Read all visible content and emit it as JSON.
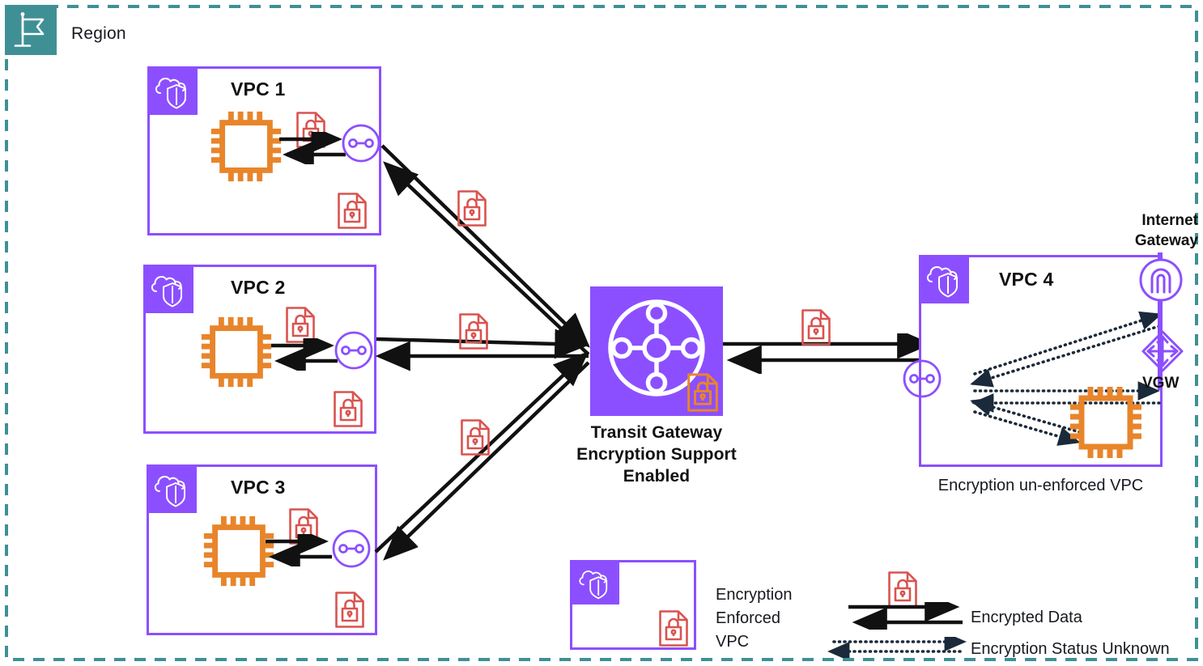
{
  "diagram": {
    "title": "AWS Transit Gateway encryption support architecture",
    "region": {
      "label": "Region",
      "icon": "region-flag-icon",
      "border_color": "#3F9095",
      "icon_bg": "#3F9095"
    }
  },
  "colors": {
    "purple": "#8C4FFF",
    "purple_dark": "#7D3EF7",
    "orange": "#E8852B",
    "red": "#D9534F",
    "teal": "#3F9095",
    "black": "#111111",
    "dotted": "#1B2A3A"
  },
  "vpcs": [
    {
      "id": "vpc-1",
      "title": "VPC 1",
      "icon": "vpc-cloud-shield-icon",
      "locks": 2,
      "compute_icon": "ec2-cpu-icon",
      "attachment_icon": "tgw-attachment-icon"
    },
    {
      "id": "vpc-2",
      "title": "VPC 2",
      "icon": "vpc-cloud-shield-icon",
      "locks": 2,
      "compute_icon": "ec2-cpu-icon",
      "attachment_icon": "tgw-attachment-icon"
    },
    {
      "id": "vpc-3",
      "title": "VPC 3",
      "icon": "vpc-cloud-shield-icon",
      "locks": 2,
      "compute_icon": "ec2-cpu-icon",
      "attachment_icon": "tgw-attachment-icon"
    },
    {
      "id": "vpc-4",
      "title": "VPC 4",
      "icon": "vpc-cloud-shield-icon",
      "locks": 0,
      "compute_icon": "ec2-cpu-icon",
      "attachment_icon": "tgw-attachment-icon",
      "caption": "Encryption un-enforced VPC"
    }
  ],
  "transit_gateway": {
    "icon": "transit-gateway-icon",
    "lock_badge_icon": "encrypted-document-lock-icon",
    "caption_line_1": "Transit Gateway",
    "caption_line_2": "Encryption Support",
    "caption_line_3": "Enabled"
  },
  "gateways": {
    "internet_gateway": {
      "label_line_1": "Internet",
      "label_line_2": "Gateway",
      "icon": "internet-gateway-icon"
    },
    "virtual_private_gateway": {
      "label": "VGW",
      "icon": "virtual-private-gateway-icon"
    }
  },
  "legend": {
    "vpc_swatch": {
      "icon": "vpc-cloud-shield-icon",
      "lock_icon": "encrypted-document-lock-icon",
      "label_line_1": "Encryption",
      "label_line_2": "Enforced",
      "label_line_3": "VPC"
    },
    "encrypted_data": {
      "label": "Encrypted Data",
      "lock_icon": "encrypted-document-lock-icon",
      "line_style": "solid-double-arrow"
    },
    "unknown_status": {
      "label": "Encryption Status Unknown",
      "line_style": "dotted-double-arrow"
    }
  }
}
